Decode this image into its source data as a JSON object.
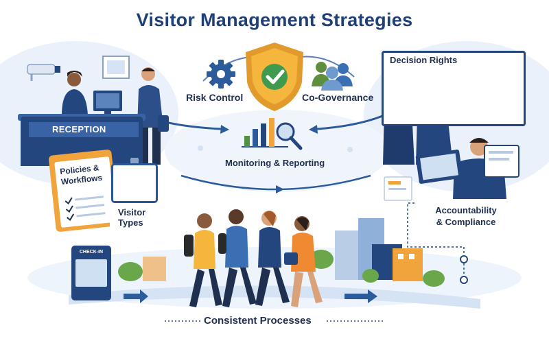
{
  "title": "Visitor Management Strategies",
  "nodes": {
    "reception": "RECEPTION",
    "risk_control": "Risk Control",
    "co_governance": "Co-Governance",
    "monitoring_reporting": "Monitoring & Reporting",
    "decision_rights": "Decision Rights",
    "policies_workflows": "Policies &\nWorkflows",
    "visitor_types": "Visitor\nTypes",
    "accountability_compliance": "Accountability\n& Compliance",
    "check_in": "CHECK-IN",
    "consistent_processes": "Consistent Processes"
  },
  "icons": {
    "shield": "shield-check-icon",
    "gear": "gear-icon",
    "people": "people-group-icon",
    "chart": "bar-chart-magnifier-icon",
    "camera": "security-camera-icon"
  },
  "colors": {
    "title": "#1e3f78",
    "navy": "#24467f",
    "accent_orange": "#f1a33c",
    "shield": "#f4b63c",
    "check_green": "#3f9a4f",
    "arrow_blue": "#2c5b9c"
  }
}
